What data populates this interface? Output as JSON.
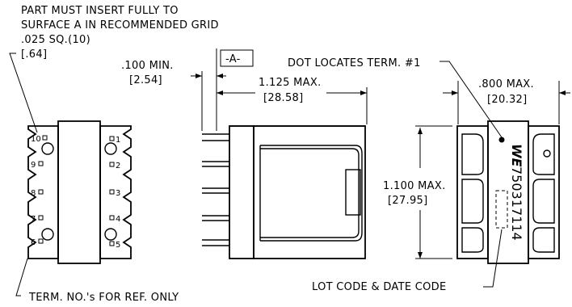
{
  "notes": {
    "insert_line1": "PART MUST INSERT FULLY TO",
    "insert_line2": "SURFACE A IN RECOMMENDED GRID",
    "grid_size": ".025 SQ.(10)",
    "grid_size_mm": "[.64]",
    "term_ref": "TERM. NO.'s FOR REF. ONLY",
    "dot_term": "DOT LOCATES TERM. #1",
    "lot_code": "LOT CODE & DATE CODE"
  },
  "dimensions": {
    "pin_min": ".100 MIN.",
    "pin_min_mm": "[2.54]",
    "datum": "-A-",
    "length_max": "1.125 MAX.",
    "length_max_mm": "[28.58]",
    "height_max": "1.100 MAX.",
    "height_max_mm": "[27.95]",
    "width_max": ".800 MAX.",
    "width_max_mm": "[20.32]"
  },
  "pins": {
    "left": [
      "10",
      "9",
      "8",
      "7",
      "6"
    ],
    "right": [
      "1",
      "2",
      "3",
      "4",
      "5"
    ]
  },
  "part": {
    "logo": "WE",
    "number": "750317114"
  }
}
